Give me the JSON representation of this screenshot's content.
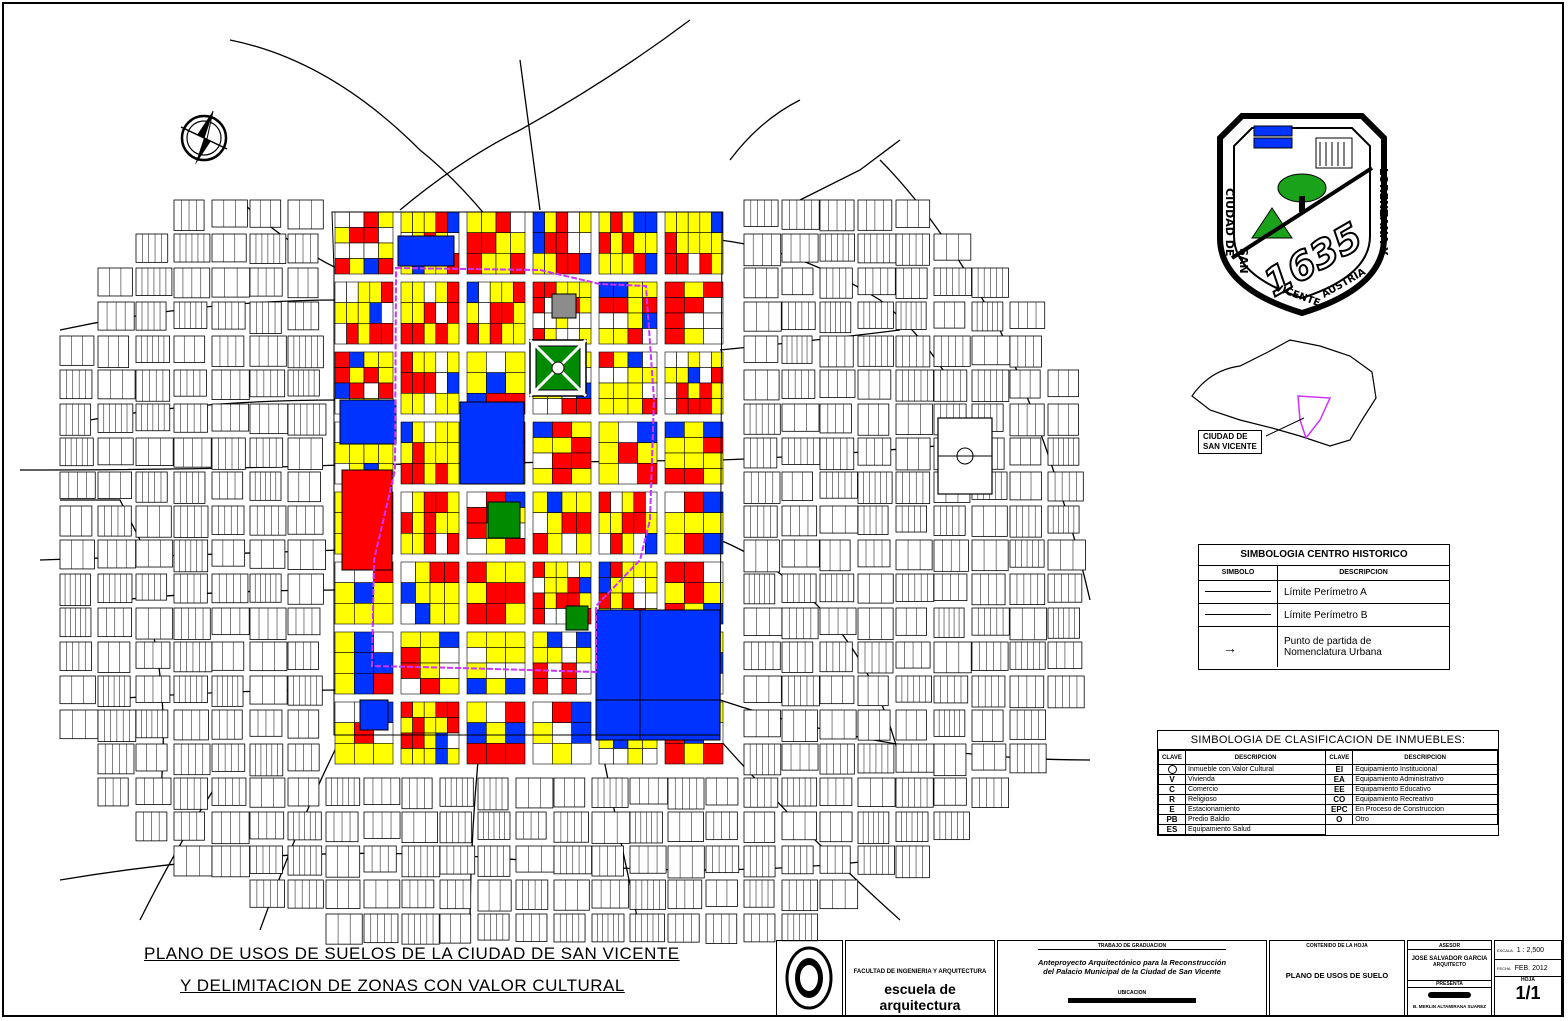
{
  "title": {
    "line1": "PLANO DE USOS DE SUELOS DE LA CIUDAD DE SAN VICENTE",
    "line2": "Y DELIMITACION DE ZONAS CON VALOR CULTURAL"
  },
  "locator": {
    "label1": "CIUDAD DE",
    "label2": "SAN VICENTE"
  },
  "legend_centro": {
    "title": "SIMBOLOGIA CENTRO HISTORICO",
    "col_symbol": "SIMBOLO",
    "col_desc": "DESCRIPCION",
    "rows": [
      {
        "desc": "Límite Perímetro A"
      },
      {
        "desc": "Límite Perímetro B"
      },
      {
        "desc_line1": "Punto de partida de",
        "desc_line2": "Nomenclatura Urbana"
      }
    ]
  },
  "legend_inmuebles": {
    "title": "SIMBOLOGIA DE CLASIFICACION DE INMUEBLES:",
    "col_key": "CLAVE",
    "col_desc": "DESCRIPCION",
    "left": [
      {
        "key": "",
        "desc": "Inmueble con Valor Cultural"
      },
      {
        "key": "V",
        "desc": "Vivienda"
      },
      {
        "key": "C",
        "desc": "Comercio"
      },
      {
        "key": "R",
        "desc": "Religioso"
      },
      {
        "key": "E",
        "desc": "Estacionamiento"
      },
      {
        "key": "PB",
        "desc": "Predio Baldio"
      },
      {
        "key": "ES",
        "desc": "Equipamiento Salud"
      }
    ],
    "right": [
      {
        "key": "EI",
        "desc": "Equipamiento Institucional"
      },
      {
        "key": "EA",
        "desc": "Equipamiento Administrativo"
      },
      {
        "key": "EE",
        "desc": "Equipamiento Educativo"
      },
      {
        "key": "CO",
        "desc": "Equipamiento Recreativo"
      },
      {
        "key": "EPC",
        "desc": "En Proceso de Construccion"
      },
      {
        "key": "O",
        "desc": "Otro"
      }
    ]
  },
  "title_block": {
    "faculty": "FACULTAD DE INGENIERIA Y ARQUITECTURA",
    "school": "escuela de arquitectura",
    "project_header": "TRABAJO DE GRADUACION",
    "project_line1": "Anteproyecto Arquitectónico para la Reconstrucción",
    "project_line2": "del Palacio Municipal de la Ciudad de San Vicente",
    "project_footer": "UBICACION",
    "sheet_header": "CONTENIDO DE LA HOJA",
    "sheet_title": "PLANO DE USOS DE SUELO",
    "advisor_header": "ASESOR",
    "advisor_name": "JOSE SALVADOR GARCIA",
    "advisor_role": "ARQUITECTO",
    "presenter_header": "PRESENTA",
    "presenter_name": "B. MERLIN ALTAMIRANA SUAREZ",
    "scale_label": "ESCALA",
    "scale_value": "1 : 2,500",
    "date_label": "FECHA",
    "date_value": "FEB. 2012",
    "sheet_label": "HOJA",
    "sheet_value": "1/1"
  },
  "emblem": {
    "top_left_text": "CIUDAD DE",
    "left_text": "SAN",
    "bottom_text": "VICENTE",
    "right_text": "LORENZANA Y",
    "right2_text": "AUSTRIA",
    "year": "1635"
  },
  "colors": {
    "vivienda": "#ffff00",
    "comercio": "#ff0000",
    "institucional": "#0033ff",
    "verde": "#008a00",
    "perimetro": "#cc33ff",
    "otro": "#8c8c8c"
  }
}
